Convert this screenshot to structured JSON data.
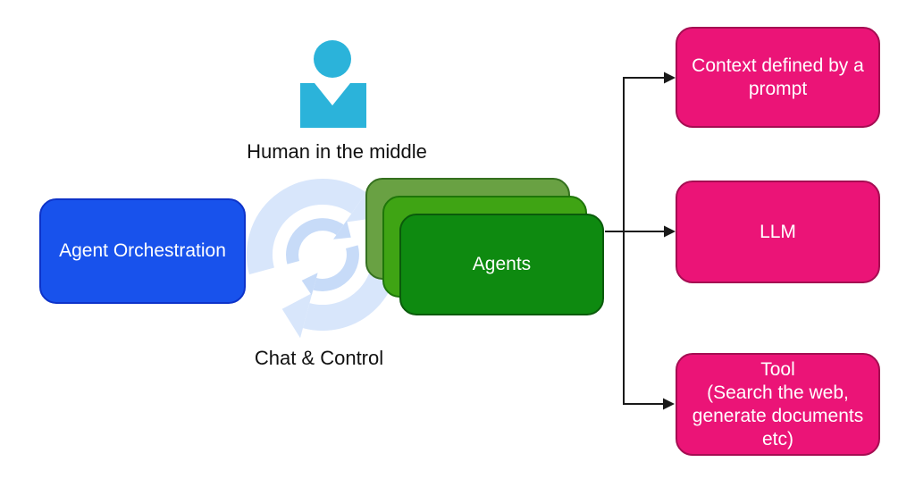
{
  "diagram": {
    "background": "#FFFFFF",
    "orchestration": {
      "label": "Agent Orchestration",
      "fill": "#1852EC",
      "border": "#0D33C9",
      "text_color": "#FFFFFF"
    },
    "human": {
      "caption": "Human in the middle",
      "icon": "person-icon",
      "icon_color": "#2BB3DA"
    },
    "loop": {
      "caption": "Chat & Control",
      "icon": "sync-cycle-icon",
      "icon_color_outer": "#D8E6FB",
      "icon_color_inner": "#C7DBF8"
    },
    "agents": {
      "label": "Agents",
      "stack_count": 3,
      "fill_back": "#69A143",
      "fill_middle": "#3FA414",
      "fill_front": "#0E8A10",
      "border_front": "#0A5B0B",
      "text_color": "#FFFFFF"
    },
    "outputs": [
      {
        "label": "Context defined by a\nprompt"
      },
      {
        "label": "LLM"
      },
      {
        "label": "Tool\n(Search the web,\ngenerate documents\netc)"
      }
    ],
    "output_style": {
      "fill": "#EB1477",
      "border": "#A50D52",
      "text_color": "#FFFFFF"
    },
    "connector_color": "#1A1A1A"
  }
}
